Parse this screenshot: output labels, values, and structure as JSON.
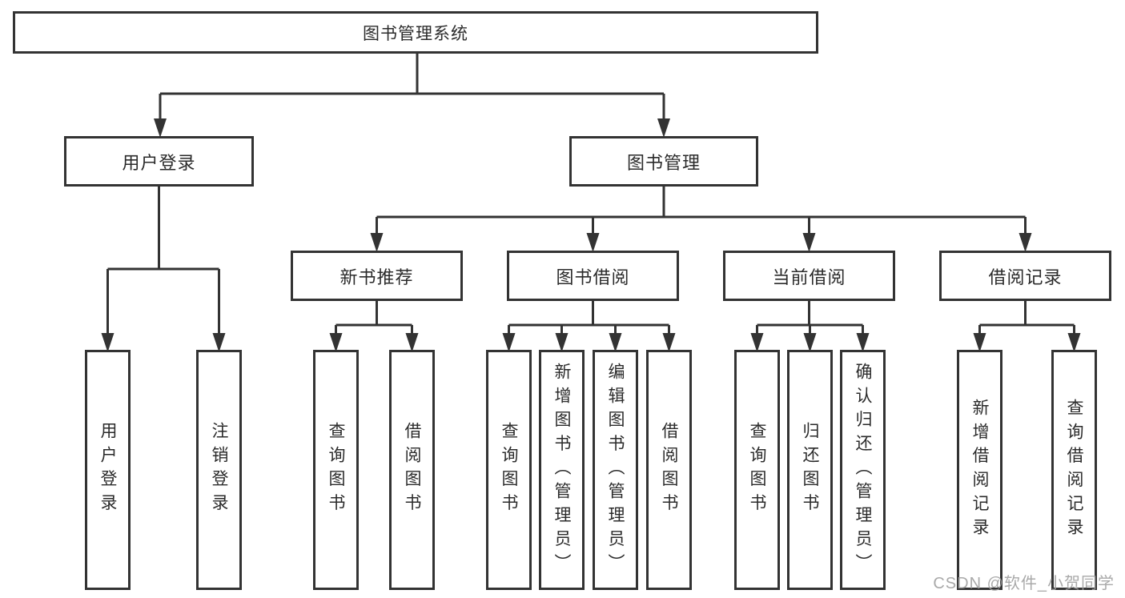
{
  "root": {
    "label": "图书管理系统"
  },
  "branches": [
    {
      "label": "用户登录",
      "children": [
        {
          "label": "用户登录"
        },
        {
          "label": "注销登录"
        }
      ]
    },
    {
      "label": "图书管理",
      "groups": [
        {
          "label": "新书推荐",
          "children": [
            {
              "label": "查询图书"
            },
            {
              "label": "借阅图书"
            }
          ]
        },
        {
          "label": "图书借阅",
          "children": [
            {
              "label": "查询图书"
            },
            {
              "label": "新增图书（管理员）"
            },
            {
              "label": "编辑图书（管理员）"
            },
            {
              "label": "借阅图书"
            }
          ]
        },
        {
          "label": "当前借阅",
          "children": [
            {
              "label": "查询图书"
            },
            {
              "label": "归还图书"
            },
            {
              "label": "确认归还（管理员）"
            }
          ]
        },
        {
          "label": "借阅记录",
          "children": [
            {
              "label": "新增借阅记录"
            },
            {
              "label": "查询借阅记录"
            }
          ]
        }
      ]
    }
  ],
  "watermark": {
    "text": "CSDN @软件_小贺同学"
  },
  "colors": {
    "line": "#333333",
    "text": "#2b2b2b",
    "watermark": "#a0a0a0",
    "background": "#ffffff"
  }
}
